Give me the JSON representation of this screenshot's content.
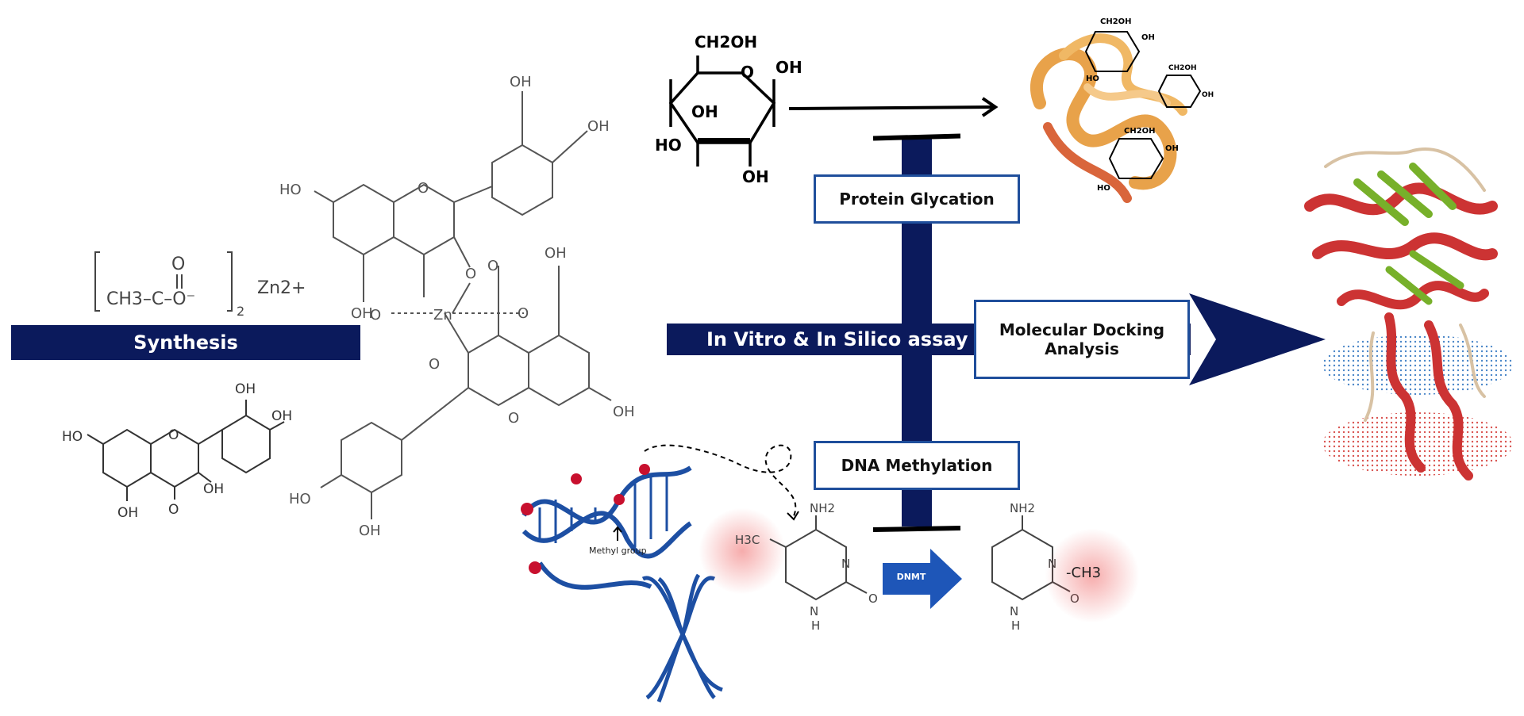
{
  "labels": {
    "synthesis": "Synthesis",
    "center_assay": "In Vitro & In Silico assay",
    "protein_glycation": "Protein Glycation",
    "docking": "Molecular Docking Analysis",
    "dna_methylation": "DNA Methylation",
    "methyl_group": "Methyl group",
    "dnmt": "DNMT",
    "ch3_group": "-CH3"
  },
  "chem": {
    "acetate_formula": "CH3–C–O⁻",
    "zinc_ion": "Zn2+",
    "zn_center": "Zn",
    "subscript_2": "2",
    "oh": "OH",
    "ho": "HO",
    "o": "O",
    "nh2": "NH2",
    "ch2oh": "CH2OH",
    "n": "N",
    "h": "H",
    "h3c": "H3C"
  },
  "colors": {
    "navy": "#0b1a5c",
    "box_border": "#1f4e9b",
    "dna_blue": "#1d4fa3",
    "methyl_red": "#c8102e",
    "protein_orange": "#e8a24a",
    "protein_red": "#cc3333",
    "protein_green": "#77b02a"
  },
  "icons": [
    "glucose-structure",
    "quercetin-structure",
    "zinc-quercetin-complex",
    "dna-helix-icon",
    "chromosome-icon",
    "protein-ribbon-icon",
    "membrane-protein-icon"
  ]
}
